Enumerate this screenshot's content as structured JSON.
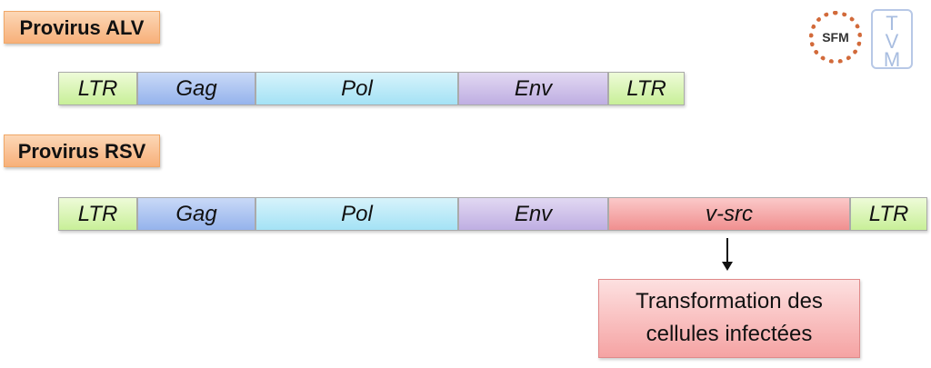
{
  "logos": {
    "sfm": "SFM",
    "tvm": [
      "T",
      "V",
      "M"
    ]
  },
  "alv": {
    "label": "Provirus ALV",
    "segments": [
      "LTR",
      "Gag",
      "Pol",
      "Env",
      "LTR"
    ]
  },
  "rsv": {
    "label": "Provirus RSV",
    "segments": [
      "LTR",
      "Gag",
      "Pol",
      "Env",
      "v-src",
      "LTR"
    ]
  },
  "result": {
    "line1": "Transformation des",
    "line2": "cellules infectées"
  }
}
